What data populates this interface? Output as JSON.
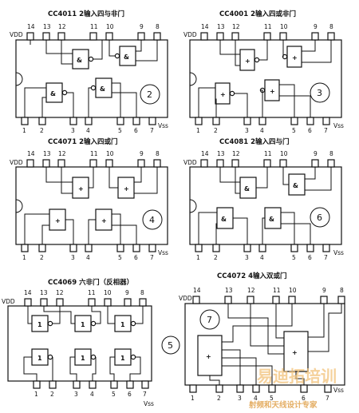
{
  "chips": [
    {
      "title": "CC4011 2输入四与非门",
      "vdd": "VDD",
      "vss": "Vss",
      "top_pins": [
        "14",
        "13",
        "12",
        "11",
        "10",
        "9",
        "8"
      ],
      "bottom_pins": [
        "1",
        "2",
        "3",
        "4",
        "5",
        "6",
        "7"
      ],
      "gate_symbol": "&",
      "gate_kind": "nand",
      "circled_number": "2"
    },
    {
      "title": "CC4001 2输入四或非门",
      "vdd": "VDD",
      "vss": "Vss",
      "top_pins": [
        "14",
        "13",
        "12",
        "11",
        "10",
        "9",
        "8"
      ],
      "bottom_pins": [
        "1",
        "2",
        "3",
        "4",
        "5",
        "6",
        "7"
      ],
      "gate_symbol": "+",
      "gate_kind": "nor",
      "circled_number": "3"
    },
    {
      "title": "CC4071 2输入四或门",
      "vdd": "VDD",
      "vss": "Vss",
      "top_pins": [
        "14",
        "13",
        "12",
        "11",
        "10",
        "9",
        "8"
      ],
      "bottom_pins": [
        "1",
        "2",
        "3",
        "4",
        "5",
        "6",
        "7"
      ],
      "gate_symbol": "+",
      "gate_kind": "or",
      "circled_number": "4"
    },
    {
      "title": "CC4081 2输入四与门",
      "vdd": "VDD",
      "vss": "Vss",
      "top_pins": [
        "14",
        "13",
        "12",
        "11",
        "10",
        "9",
        "8"
      ],
      "bottom_pins": [
        "1",
        "2",
        "3",
        "4",
        "5",
        "6",
        "7"
      ],
      "gate_symbol": "&",
      "gate_kind": "and",
      "circled_number": "6"
    },
    {
      "title": "CC4069 六非门（反相器）",
      "vdd": "VDD",
      "vss": "Vss",
      "top_pins": [
        "14",
        "13",
        "12",
        "11",
        "10",
        "9",
        "8"
      ],
      "bottom_pins": [
        "1",
        "2",
        "3",
        "4",
        "5",
        "6",
        "7"
      ],
      "gate_symbol": "1",
      "gate_kind": "not",
      "circled_number": "5"
    },
    {
      "title": "CC4072 4输入双或门",
      "vdd": "VDD",
      "vss": "Vss",
      "top_pins": [
        "14",
        "13",
        "12",
        "11",
        "10",
        "9",
        "8"
      ],
      "bottom_pins": [
        "1",
        "2",
        "3",
        "4",
        "5",
        "6",
        "7"
      ],
      "gate_symbol": "+",
      "gate_kind": "or4",
      "circled_number": "7"
    }
  ],
  "watermark": {
    "line1": "易迪拓培训",
    "line2": "射频和天线设计专家"
  }
}
